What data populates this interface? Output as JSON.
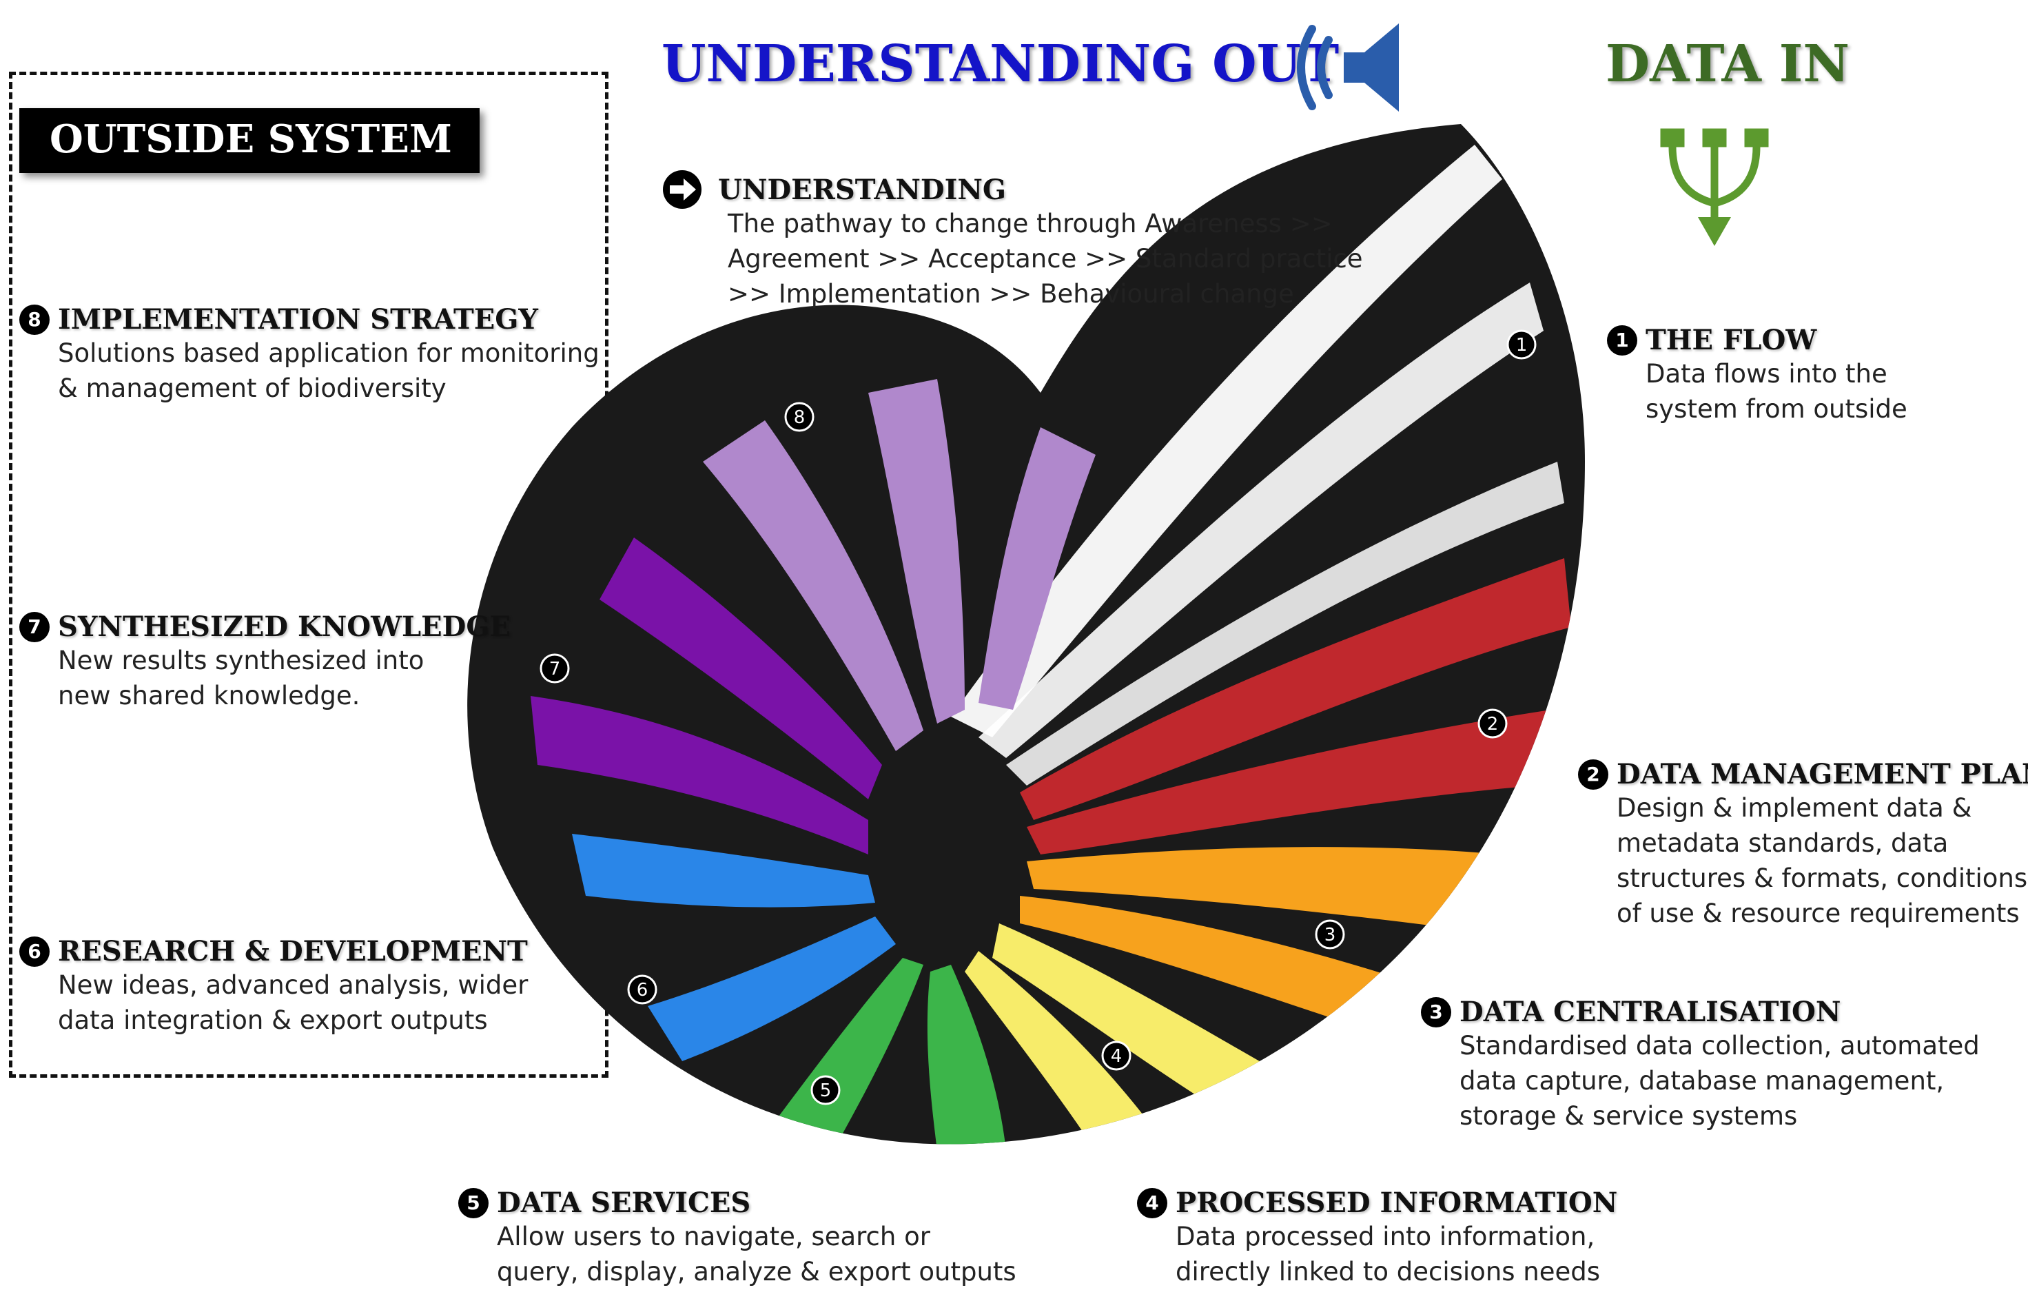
{
  "header": {
    "understanding_out": "UNDERSTANDING OUT",
    "data_in": "DATA IN"
  },
  "outside_system": {
    "title": "OUTSIDE SYSTEM"
  },
  "icons": {
    "speaker": "speaker-icon",
    "data_in": "branching-arrow-down-icon",
    "understanding": "arrow-circle-right-icon"
  },
  "understanding": {
    "title": "UNDERSTANDING",
    "lines": [
      "The pathway to change through Awareness >>",
      "Agreement >> Acceptance  >> Standard practice",
      ">> Implementation >> Behavioural change"
    ]
  },
  "stages": [
    {
      "num": "1",
      "title": "THE FLOW",
      "lines": [
        "Data flows into the",
        "system from outside"
      ],
      "color": "#ffffff"
    },
    {
      "num": "2",
      "title": "DATA MANAGEMENT PLAN",
      "lines": [
        "Design & implement data &",
        "metadata standards, data",
        "structures & formats, conditions",
        "of use & resource requirements"
      ],
      "color": "#c0282d"
    },
    {
      "num": "3",
      "title": "DATA CENTRALISATION",
      "lines": [
        "Standardised data collection, automated",
        "data capture, database management,",
        "storage & service systems"
      ],
      "color": "#f7a21d"
    },
    {
      "num": "4",
      "title": "PROCESSED INFORMATION",
      "lines": [
        "Data processed into information,",
        "directly linked to decisions needs"
      ],
      "color": "#f7ec6a"
    },
    {
      "num": "5",
      "title": "DATA SERVICES",
      "lines": [
        "Allow users to navigate, search or",
        "query, display, analyze & export outputs"
      ],
      "color": "#3cb54a"
    },
    {
      "num": "6",
      "title": "RESEARCH & DEVELOPMENT",
      "lines": [
        "New ideas, advanced analysis, wider",
        "data integration & export outputs"
      ],
      "color": "#2a86e8"
    },
    {
      "num": "7",
      "title": "SYNTHESIZED KNOWLEDGE",
      "lines": [
        "New results synthesized into",
        "new shared knowledge."
      ],
      "color": "#7a12a8"
    },
    {
      "num": "8",
      "title": "IMPLEMENTATION STRATEGY",
      "lines": [
        "Solutions based application for monitoring",
        "& management of biodiversity"
      ],
      "color": "#b088cc"
    }
  ]
}
